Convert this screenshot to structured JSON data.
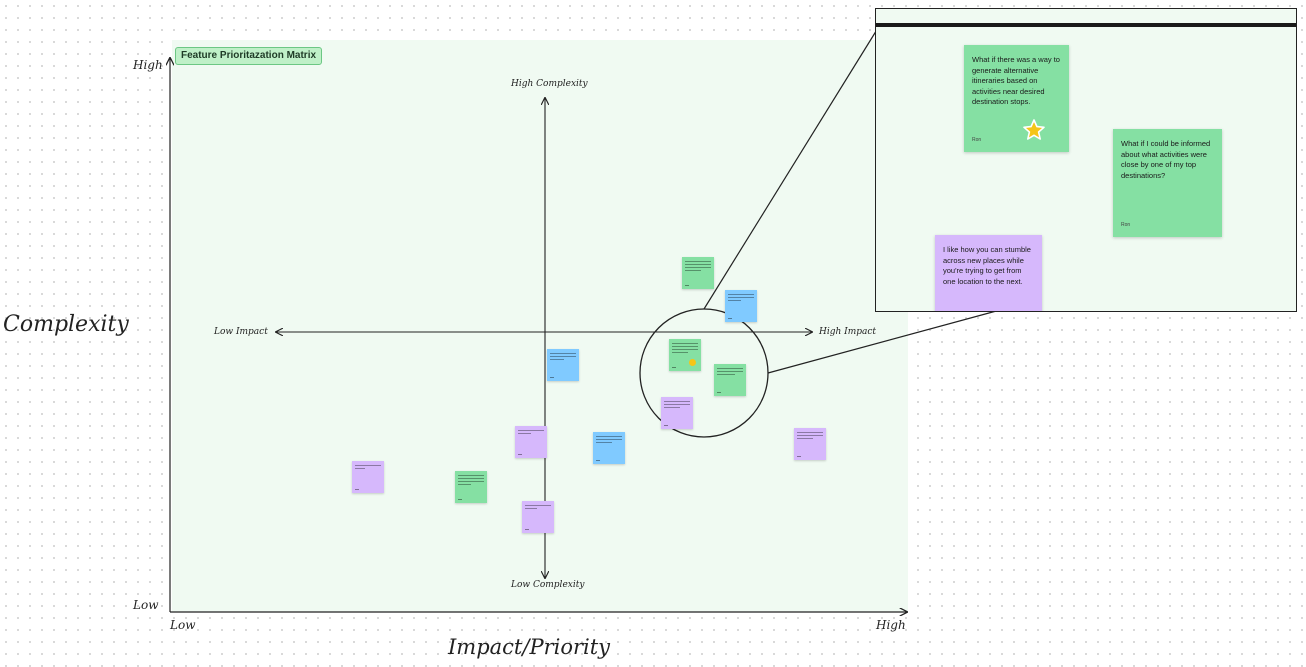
{
  "frame_title": "Feature Prioritazation Matrix",
  "axes": {
    "y_title": "Complexity",
    "y_high": "High",
    "y_low": "Low",
    "x_title": "Impact/Priority",
    "x_low": "Low",
    "x_high": "High"
  },
  "quadrant_labels": {
    "top": "High Complexity",
    "bottom": "Low Complexity",
    "left": "Low Impact",
    "right": "High Impact"
  },
  "zoom_notes": [
    {
      "text": "What if there was a way to generate alternative itineraries based on activities near desired destination stops.",
      "author": "Ron",
      "color": "green",
      "starred": true
    },
    {
      "text": "What if I could be informed about what activities were close by one of my top destinations?",
      "author": "Ron",
      "color": "green",
      "starred": false
    },
    {
      "text": "I like how you can stumble across new places while you're trying to get from one location to the next.",
      "author": "",
      "color": "purple",
      "starred": false
    }
  ],
  "colors": {
    "green": "#85e0a3",
    "blue": "#80caff",
    "purple": "#d6b8fc",
    "board": "#f0faf2",
    "star": "#f5c518"
  }
}
